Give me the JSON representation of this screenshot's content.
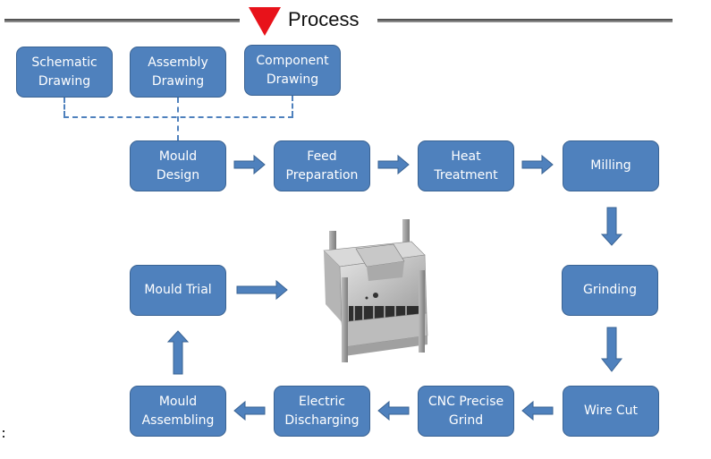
{
  "header": {
    "title": "Process",
    "marker_color": "#e8121a"
  },
  "colors": {
    "box_fill": "#4f81bd",
    "box_border": "#3a6393",
    "text": "#ffffff"
  },
  "inputs": [
    {
      "id": "schematic",
      "label": "Schematic\nDrawing"
    },
    {
      "id": "assembly",
      "label": "Assembly\nDrawing"
    },
    {
      "id": "component",
      "label": "Component\nDrawing"
    }
  ],
  "steps": [
    {
      "id": "mould-design",
      "label": "Mould\nDesign"
    },
    {
      "id": "feed-preparation",
      "label": "Feed\nPreparation"
    },
    {
      "id": "heat-treatment",
      "label": "Heat\nTreatment"
    },
    {
      "id": "milling",
      "label": "Milling"
    },
    {
      "id": "grinding",
      "label": "Grinding"
    },
    {
      "id": "wire-cut",
      "label": "Wire Cut"
    },
    {
      "id": "cnc-precise-grind",
      "label": "CNC Precise\nGrind"
    },
    {
      "id": "electric-discharging",
      "label": "Electric\nDischarging"
    },
    {
      "id": "mould-assembling",
      "label": "Mould\nAssembling"
    },
    {
      "id": "mould-trial",
      "label": "Mould Trial"
    }
  ],
  "image": {
    "subject": "injection-mould-3d-render"
  }
}
